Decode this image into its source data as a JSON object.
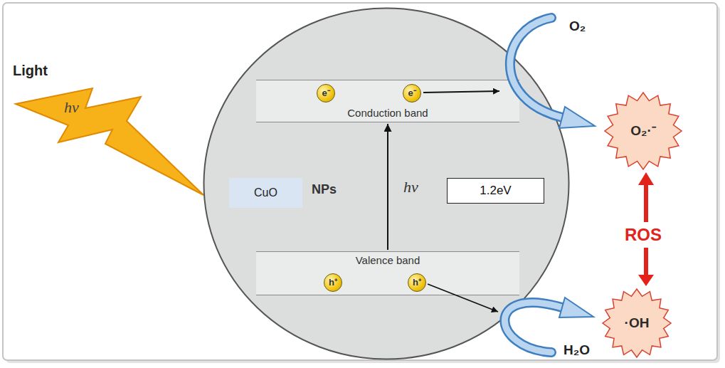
{
  "diagram": {
    "nodes": [
      {
        "text": [
          "Light",
          "hν"
        ]
      },
      {
        "text": [
          "NPs"
        ]
      },
      {
        "text": [
          "Conduction band"
        ],
        "in": 1
      },
      {
        "text": [
          "e⁻"
        ],
        "in": 2
      },
      {
        "text": [
          "e⁻"
        ],
        "in": 2
      },
      {
        "text": [
          "CuO"
        ],
        "in": 1
      },
      {
        "text": [
          "1.2eV"
        ],
        "in": 1
      },
      {
        "text": [
          "Valence band"
        ],
        "in": 1
      },
      {
        "text": [
          "h⁺"
        ],
        "in": 7
      },
      {
        "text": [
          "h⁺"
        ],
        "in": 7
      },
      {
        "text": [
          "O₂·⁻"
        ]
      },
      {
        "text": [
          "·OH"
        ]
      }
    ],
    "edges": [
      {
        "from": 7,
        "to": 2,
        "arrow": "to",
        "label": "hν"
      }
    ],
    "labels": [
      "O₂",
      "ROS",
      "H₂O"
    ]
  }
}
